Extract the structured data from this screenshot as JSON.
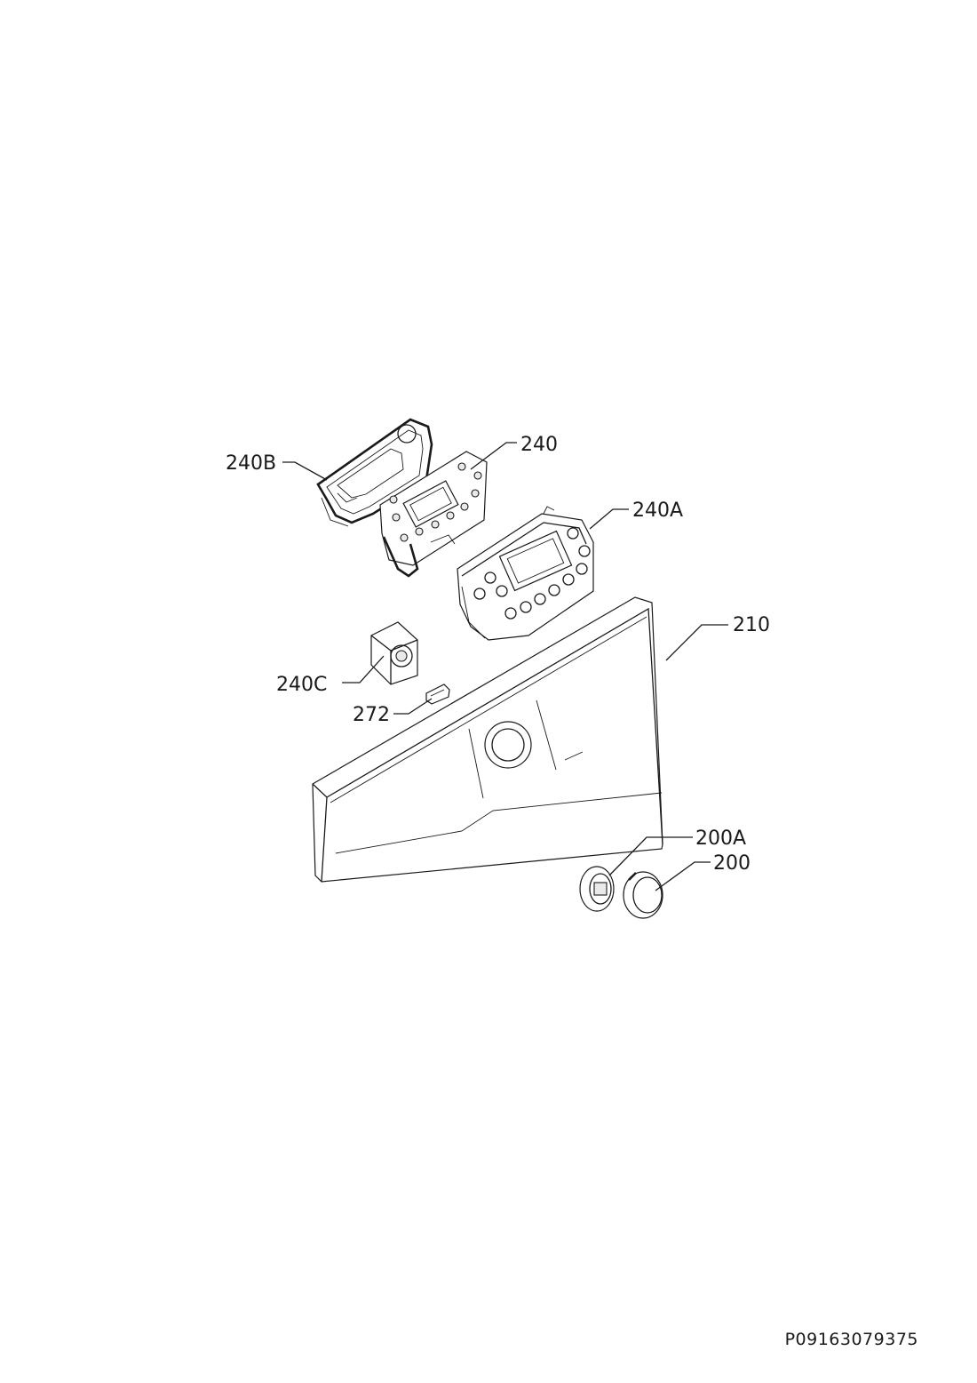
{
  "diagram": {
    "labels": {
      "p240B": "240B",
      "p240": "240",
      "p240A": "240A",
      "p210": "210",
      "p240C": "240C",
      "p272": "272",
      "p200A": "200A",
      "p200": "200"
    },
    "document_number": "P09163079375"
  }
}
